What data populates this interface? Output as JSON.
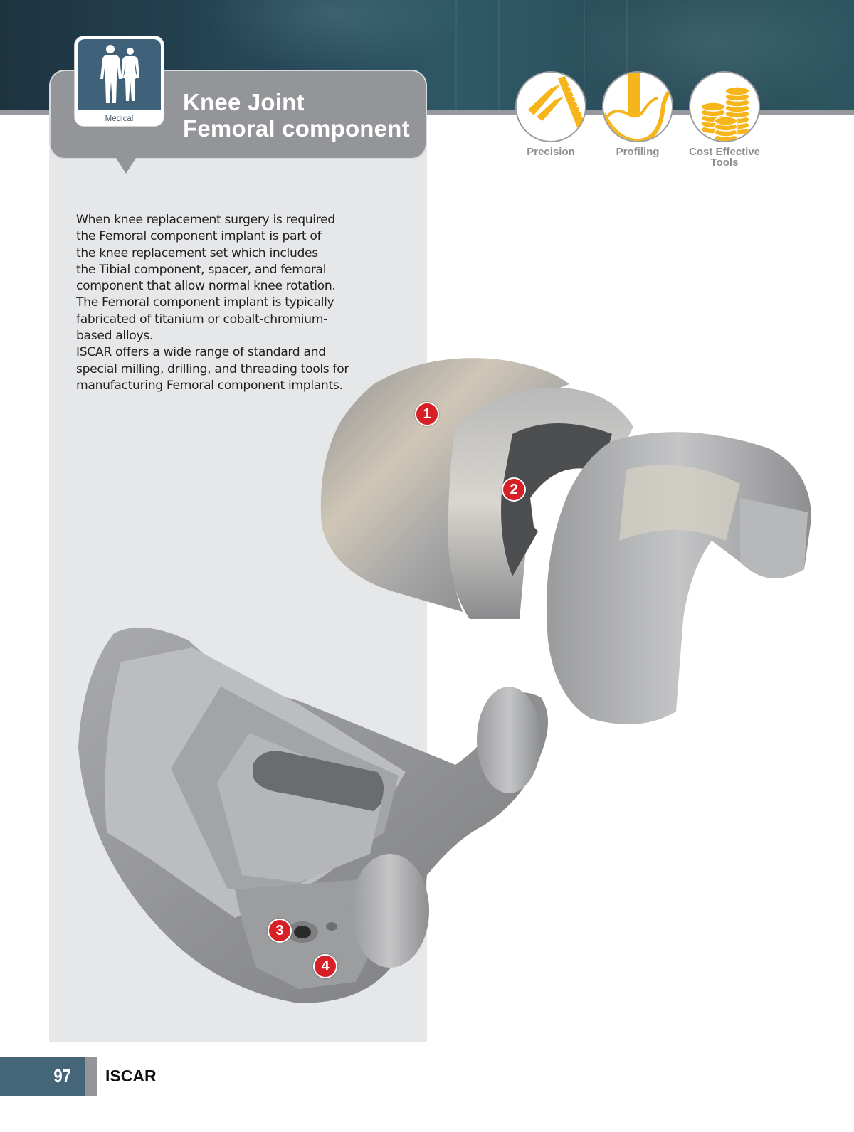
{
  "header": {
    "category_badge": {
      "label": "Medical",
      "icon": "male-female-figures-icon"
    },
    "title_lines": [
      "Knee Joint",
      "Femoral component"
    ]
  },
  "features": [
    {
      "label_lines": [
        "Precision"
      ],
      "icon": "caliper-icon"
    },
    {
      "label_lines": [
        "Profiling"
      ],
      "icon": "profiling-curve-icon"
    },
    {
      "label_lines": [
        "Cost Effective",
        "Tools"
      ],
      "icon": "coin-stacks-icon"
    }
  ],
  "body": {
    "lines": [
      "When knee replacement surgery is required",
      "the Femoral component implant is part of",
      "the knee replacement set which includes",
      "the Tibial component, spacer, and femoral",
      "component that allow normal knee rotation.",
      "The Femoral component implant is typically",
      "fabricated of titanium or cobalt-chromium-",
      "based alloys.",
      "ISCAR offers a wide range of standard and",
      "special milling, drilling, and threading tools for",
      "manufacturing Femoral component implants."
    ]
  },
  "markers": [
    {
      "label": "1"
    },
    {
      "label": "2"
    },
    {
      "label": "3"
    },
    {
      "label": "4"
    }
  ],
  "footer": {
    "page_number": "97",
    "brand": "ISCAR"
  },
  "colors": {
    "banner": "#28495a",
    "callout": "#939598",
    "panel": "#e6e7e8",
    "accent_yellow": "#f7b51c",
    "marker_red": "#d71f26",
    "page_block": "#456679"
  }
}
